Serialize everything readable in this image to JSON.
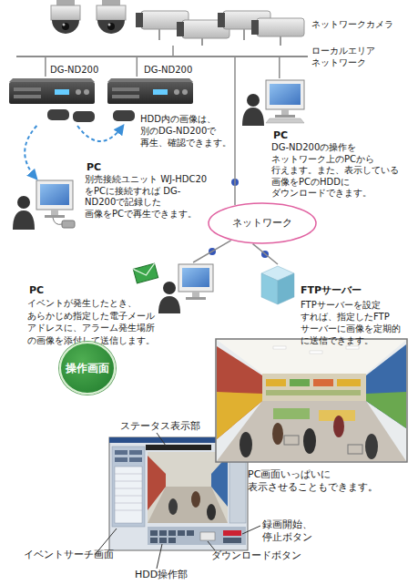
{
  "diagram": {
    "nodes": [
      {
        "text": [
          "ネットワークカメラ"
        ]
      },
      {
        "text": [
          "ローカルエリア ネットワーク"
        ]
      },
      {
        "text": [
          "DG-ND200"
        ]
      },
      {
        "text": [
          "DG-ND200"
        ]
      },
      {
        "text": [
          "PC",
          "DG-ND200の操作を ネットワーク上のPCから 行えます。また、表示している 画像をPCのHDDに ダウンロードできます。"
        ]
      },
      {
        "text": [
          "PC",
          "別売接続ユニット WJ-HDC20 をPCに接続すれば DG-ND200で記録した 画像をPCで再生できます。"
        ]
      },
      {
        "text": [
          "ネットワーク"
        ]
      },
      {
        "text": [
          "PC",
          "イベントが発生したとき、 あらかじめ指定した電子メール アドレスに、アラーム発生場所 の画像を添付して送信します。"
        ]
      },
      {
        "text": [
          "FTPサーバー",
          "FTPサーバーを設定 すれば、指定したFTP サーバーに画像を定期的 に送信できます。"
        ]
      },
      {
        "text": [
          "操作画面"
        ]
      }
    ],
    "edges": [
      {
        "from": 0,
        "to": 1,
        "arrow": "none"
      },
      {
        "from": 2,
        "to": 1,
        "arrow": "none"
      },
      {
        "from": 3,
        "to": 1,
        "arrow": "none"
      },
      {
        "from": 4,
        "to": 1,
        "arrow": "none"
      },
      {
        "from": 6,
        "to": 1,
        "arrow": "none"
      },
      {
        "from": 2,
        "to": 3,
        "arrow": "to"
      },
      {
        "from": 2,
        "to": 5,
        "arrow": "to"
      },
      {
        "from": 6,
        "to": 7,
        "arrow": "none"
      },
      {
        "from": 6,
        "to": 8,
        "arrow": "none"
      }
    ],
    "labels": [
      "HDD内の画像は、 別のDG-ND200で 再生、確認できます。",
      "ステータス表示部",
      "PC画面いっぱいに 表示させることもできます。",
      "録画開始、 停止ボタン",
      "ダウンロードボタン",
      "イベントサーチ画面",
      "HDD操作部"
    ]
  }
}
